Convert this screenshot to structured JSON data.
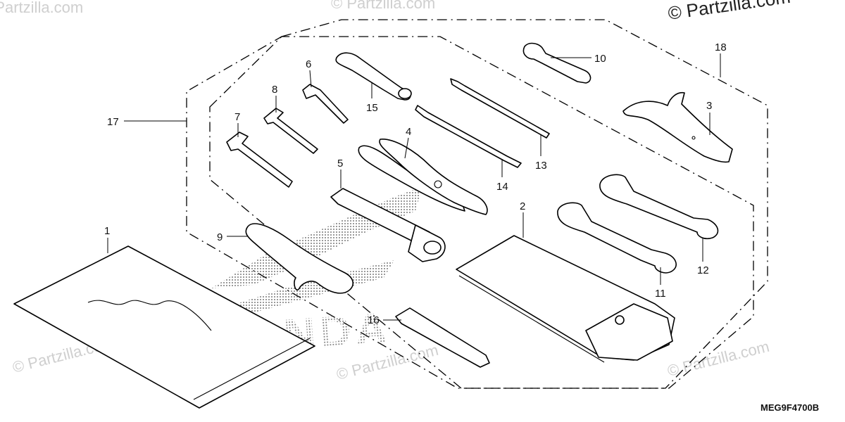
{
  "watermarks": {
    "top_left": "© Partzilla.com",
    "top_center": "© Partzilla.com",
    "top_right": "© Partzilla.com",
    "bottom_left": "© Partzilla.com",
    "bottom_center": "© Partzilla.com",
    "bottom_right": "© Partzilla.com"
  },
  "brand_mark": "HONDA",
  "diagram_code": "MEG9F4700B",
  "callouts": {
    "c1": "1",
    "c2": "2",
    "c3": "3",
    "c4": "4",
    "c5": "5",
    "c6": "6",
    "c7": "7",
    "c8": "8",
    "c9": "9",
    "c10": "10",
    "c11": "11",
    "c12": "12",
    "c13": "13",
    "c14": "14",
    "c15": "15",
    "c16": "16",
    "c17": "17",
    "c18": "18"
  }
}
